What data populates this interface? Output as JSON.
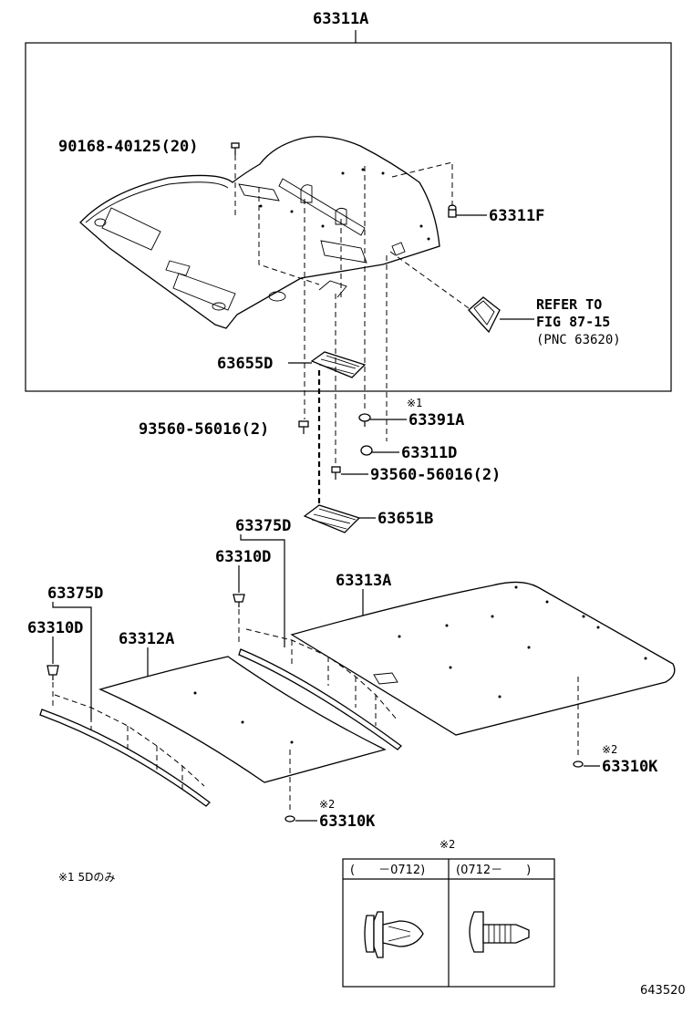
{
  "labels": {
    "l63311A": "63311A",
    "l90168": "90168-40125(20)",
    "l63311F": "63311F",
    "refer1": "REFER TO",
    "refer2": "FIG 87-15",
    "refer3": "(PNC 63620)",
    "l63655D": "63655D",
    "mark1": "※1",
    "l63391A": "63391A",
    "l93560a": "93560-56016(2)",
    "l63311D": "63311D",
    "l93560b": "93560-56016(2)",
    "l63651B": "63651B",
    "l63375Da": "63375D",
    "l63310Da": "63310D",
    "l63313A": "63313A",
    "l63375Db": "63375D",
    "l63310Db": "63310D",
    "l63312A": "63312A",
    "mark2a": "※2",
    "l63310Ka": "63310K",
    "mark2b": "※2",
    "l63310Kb": "63310K"
  },
  "footnote": "※1 5Dのみ",
  "table": {
    "title": "※2",
    "col1": "(　　－0712)",
    "col2": "(0712－　　)"
  },
  "code": "643520"
}
